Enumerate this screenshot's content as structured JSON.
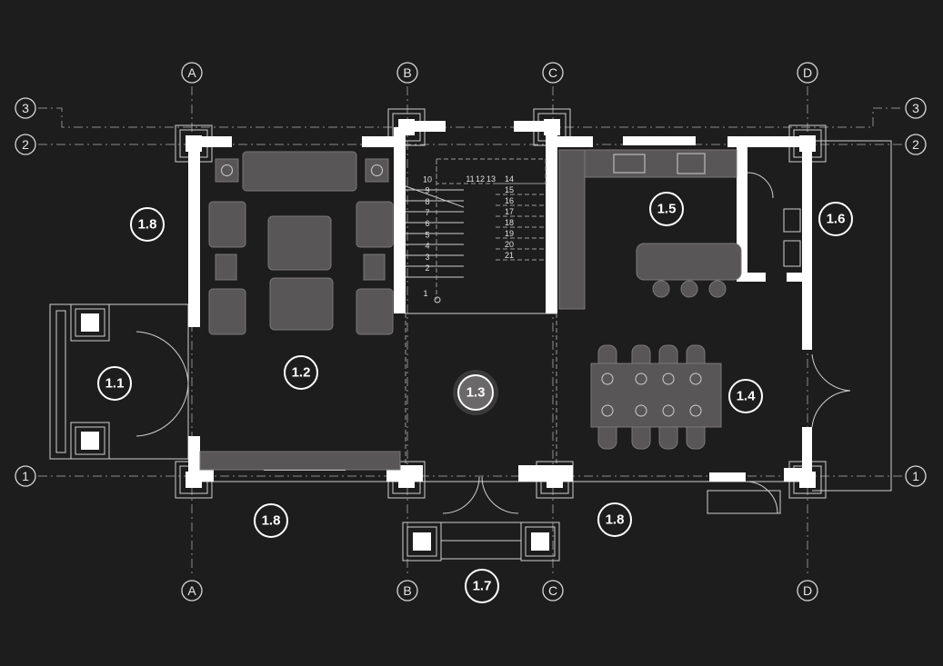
{
  "grid": {
    "columns": [
      "A",
      "B",
      "C",
      "D"
    ],
    "rows": [
      "3",
      "2",
      "1"
    ]
  },
  "rooms": {
    "terrace_left": "1.8",
    "porch": "1.1",
    "living": "1.2",
    "hall": "1.3",
    "kitchen": "1.5",
    "bathroom": "1.6",
    "dining": "1.4",
    "terrace_bottom_left": "1.8",
    "terrace_bottom_right": "1.8",
    "entrance": "1.7"
  },
  "stairs": {
    "steps": [
      "1",
      "2",
      "3",
      "4",
      "5",
      "6",
      "7",
      "8",
      "9",
      "10",
      "11",
      "12",
      "13",
      "14",
      "15",
      "16",
      "17",
      "18",
      "19",
      "20",
      "21"
    ]
  },
  "colors": {
    "background": "#1d1d1d",
    "wall": "#ffffff",
    "furniture": "#585656"
  }
}
